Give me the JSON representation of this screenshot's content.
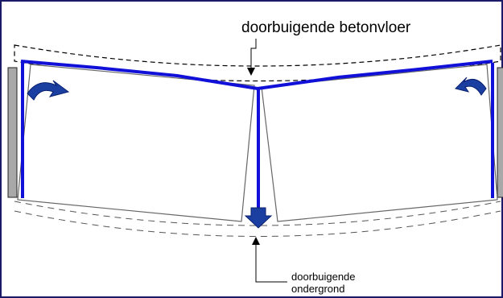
{
  "labels": {
    "top": "doorbuigende betonvloer",
    "bottom_line1": "doorbuigende",
    "bottom_line2": "ondergrond"
  },
  "colors": {
    "border": "#1a1a66",
    "slab_outline": "#555555",
    "deflection_line": "#1010d8",
    "arrow": "#1a3fa0",
    "wall": "#a8a8a8",
    "dashed": "#000000"
  }
}
